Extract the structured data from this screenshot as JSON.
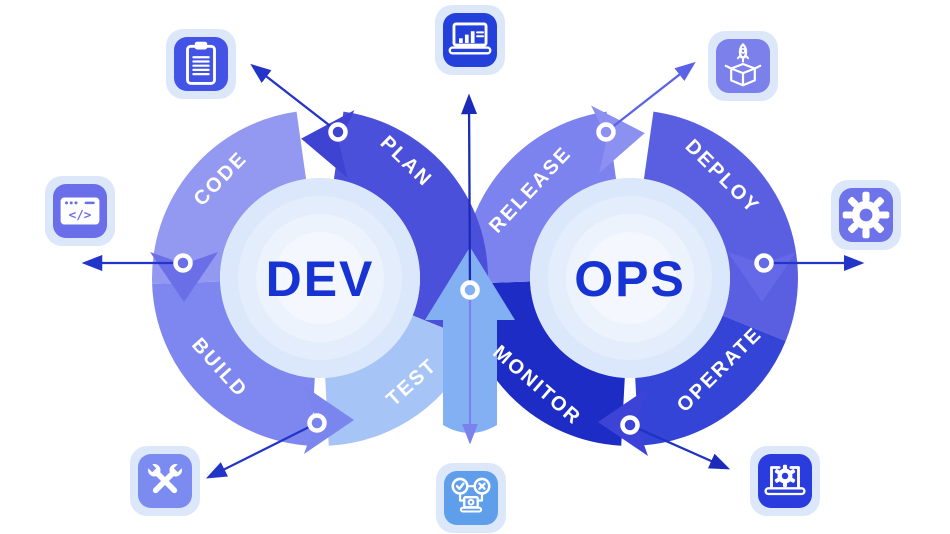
{
  "diagram": {
    "dev": "DEV",
    "ops": "OPS",
    "stages": {
      "plan": "PLAN",
      "code": "CODE",
      "build": "BUILD",
      "test": "TEST",
      "release": "RELEASE",
      "deploy": "DEPLOY",
      "operate": "OPERATE",
      "monitor": "MONITOR"
    },
    "code_icon_text": "</>"
  },
  "icons": [
    {
      "name": "clipboard-plan-icon",
      "color": "#4353e5"
    },
    {
      "name": "laptop-analytics-icon",
      "color": "#2440da"
    },
    {
      "name": "rocket-launch-icon",
      "color": "#7b80ea"
    },
    {
      "name": "code-window-icon",
      "color": "#6a6ee9"
    },
    {
      "name": "gear-icon",
      "color": "#6f73ea"
    },
    {
      "name": "tools-icon",
      "color": "#7b8bf0"
    },
    {
      "name": "test-automation-icon",
      "color": "#5f9eeb"
    },
    {
      "name": "laptop-settings-icon",
      "color": "#2b3cdf"
    }
  ],
  "colors": {
    "plan_segment": "#4b50da",
    "code_segment": "#9398f1",
    "build_segment": "#7d87ef",
    "test_segment": "#a6c4f6",
    "release_segment": "#7d83ee",
    "deploy_segment": "#5a5fe2",
    "operate_segment": "#3444d6",
    "monitor_segment": "#1c2cc4",
    "center_text": "#1733d4",
    "connector": "#2334c8",
    "background": "#ffffff"
  }
}
